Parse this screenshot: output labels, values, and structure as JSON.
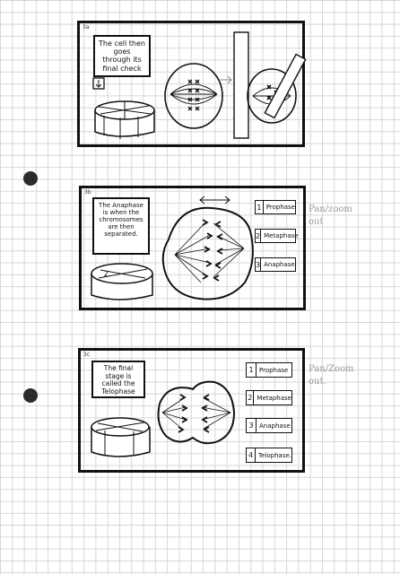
{
  "frames": [
    {
      "frame_no": "3a",
      "note_text": "The cell then goes through its final check"
    },
    {
      "frame_no": "3b",
      "note_text": "The Anaphase is when the chromosomes are then separated.",
      "stages": [
        {
          "num": "1",
          "label": "Prophase"
        },
        {
          "num": "2",
          "label": "Metaphase"
        },
        {
          "num": "3",
          "label": "Anaphase."
        }
      ],
      "camera_note": "Pan/zoom out"
    },
    {
      "frame_no": "3c",
      "note_text": "The final stage is called the Telophase",
      "stages": [
        {
          "num": "1",
          "label": "Prophase"
        },
        {
          "num": "2",
          "label": "Metaphase"
        },
        {
          "num": "3",
          "label": "Anaphase"
        },
        {
          "num": "4",
          "label": "Telophase."
        }
      ],
      "camera_note": "Pan/Zoom out."
    }
  ]
}
